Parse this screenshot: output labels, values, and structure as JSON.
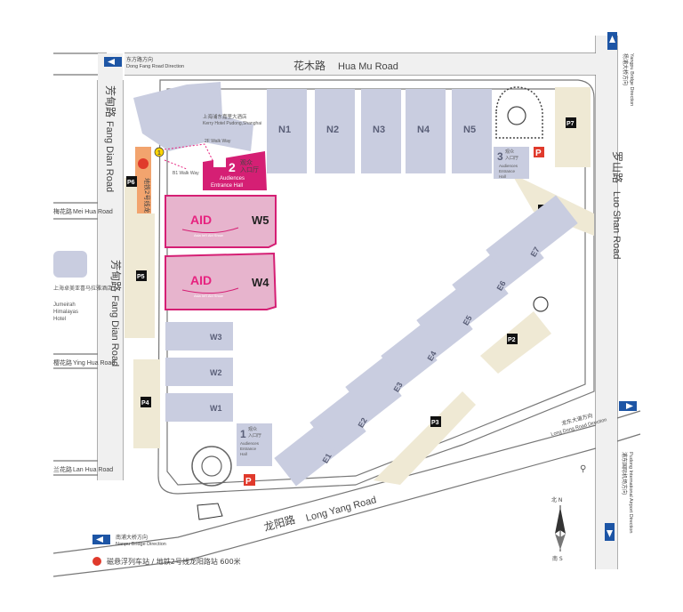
{
  "roads": {
    "hua_mu": {
      "cn": "花木路",
      "en": "Hua Mu Road"
    },
    "luo_shan": {
      "cn": "罗山路",
      "en": "Luo Shan Road"
    },
    "fang_dian_top": {
      "cn": "芳甸路",
      "en": "Fang Dian Road"
    },
    "fang_dian_mid": {
      "cn": "芳甸路",
      "en": "Fang Dian Road"
    },
    "mei_hua": {
      "cn": "梅花路",
      "en": "Mei Hua Road"
    },
    "ying_hua": {
      "cn": "樱花路",
      "en": "Ying Hua Road"
    },
    "lan_hua": {
      "cn": "兰花路",
      "en": "Lan Hua Road"
    },
    "long_yang": {
      "cn": "龙阳路",
      "en": "Long Yang Road"
    }
  },
  "directions": {
    "dong_fang": {
      "cn": "东方路方向",
      "en": "Dong Fang Road Direction"
    },
    "yangpu": {
      "cn": "杨浦大桥方向",
      "en": "Yangpu Bridge Direction"
    },
    "long_dong": {
      "cn": "龙东大道方向",
      "en": "Long Dong Road Direction"
    },
    "pudong_airport": {
      "cn": "浦东国际机场方向",
      "en": "Pudong International Airport Direction"
    },
    "nanpu": {
      "cn": "南浦大桥方向",
      "en": "Nanpu Bridge Direction"
    }
  },
  "buildings": {
    "kerry": {
      "cn": "上海浦东嘉里大酒店",
      "en": "Kerry Hotel Pudong,Shanghai"
    },
    "jumeirah": {
      "cn": "上海卓美亚喜马拉雅酒店",
      "en1": "Jumeirah",
      "en2": "Himalayas",
      "en3": "Hotel"
    },
    "metro_strip": "地铁2号线龙阳路站"
  },
  "walkways": {
    "w2f": "2F Walk Way",
    "b1": "B1 Walk Way"
  },
  "halls": {
    "north": [
      "N1",
      "N2",
      "N3",
      "N4",
      "N5"
    ],
    "east": [
      "E1",
      "E2",
      "E3",
      "E4",
      "E5",
      "E6",
      "E7"
    ],
    "west_small": [
      "W3",
      "W2",
      "W1"
    ],
    "w5": "W5",
    "w4": "W4"
  },
  "brand": {
    "logo": "AID",
    "tagline": "Asia Int'l Aid Show"
  },
  "entrances": {
    "e1": {
      "num": "1",
      "cn1": "观众",
      "cn2": "入口厅",
      "en1": "Audiences",
      "en2": "Entrance",
      "en3": "Hall"
    },
    "e2": {
      "num": "2",
      "cn1": "观众",
      "cn2": "入口厅",
      "en1": "Audiences",
      "en2": "Entrance Hall"
    },
    "e3": {
      "num": "3",
      "cn1": "观众",
      "cn2": "入口厅",
      "en1": "Audiences",
      "en2": "Entrance",
      "en3": "Hall"
    }
  },
  "parking_lots": [
    "P1",
    "P2",
    "P3",
    "P4",
    "P5",
    "P6",
    "P7"
  ],
  "parking_symbol": "P",
  "compass": {
    "north": "北 N",
    "south": "南 S"
  },
  "legend": "磁悬浮列车站 / 地铁2号线龙阳路站  600米",
  "metro_marker": "1",
  "colors": {
    "hall": "#c9cde0",
    "brand": "#d51f74",
    "parking_area": "#efe9d4",
    "road": "#ffffff",
    "road_edge": "#7a7a7a",
    "metro_strip": "#f2a46e",
    "arrow_blue": "#1d55a5"
  }
}
